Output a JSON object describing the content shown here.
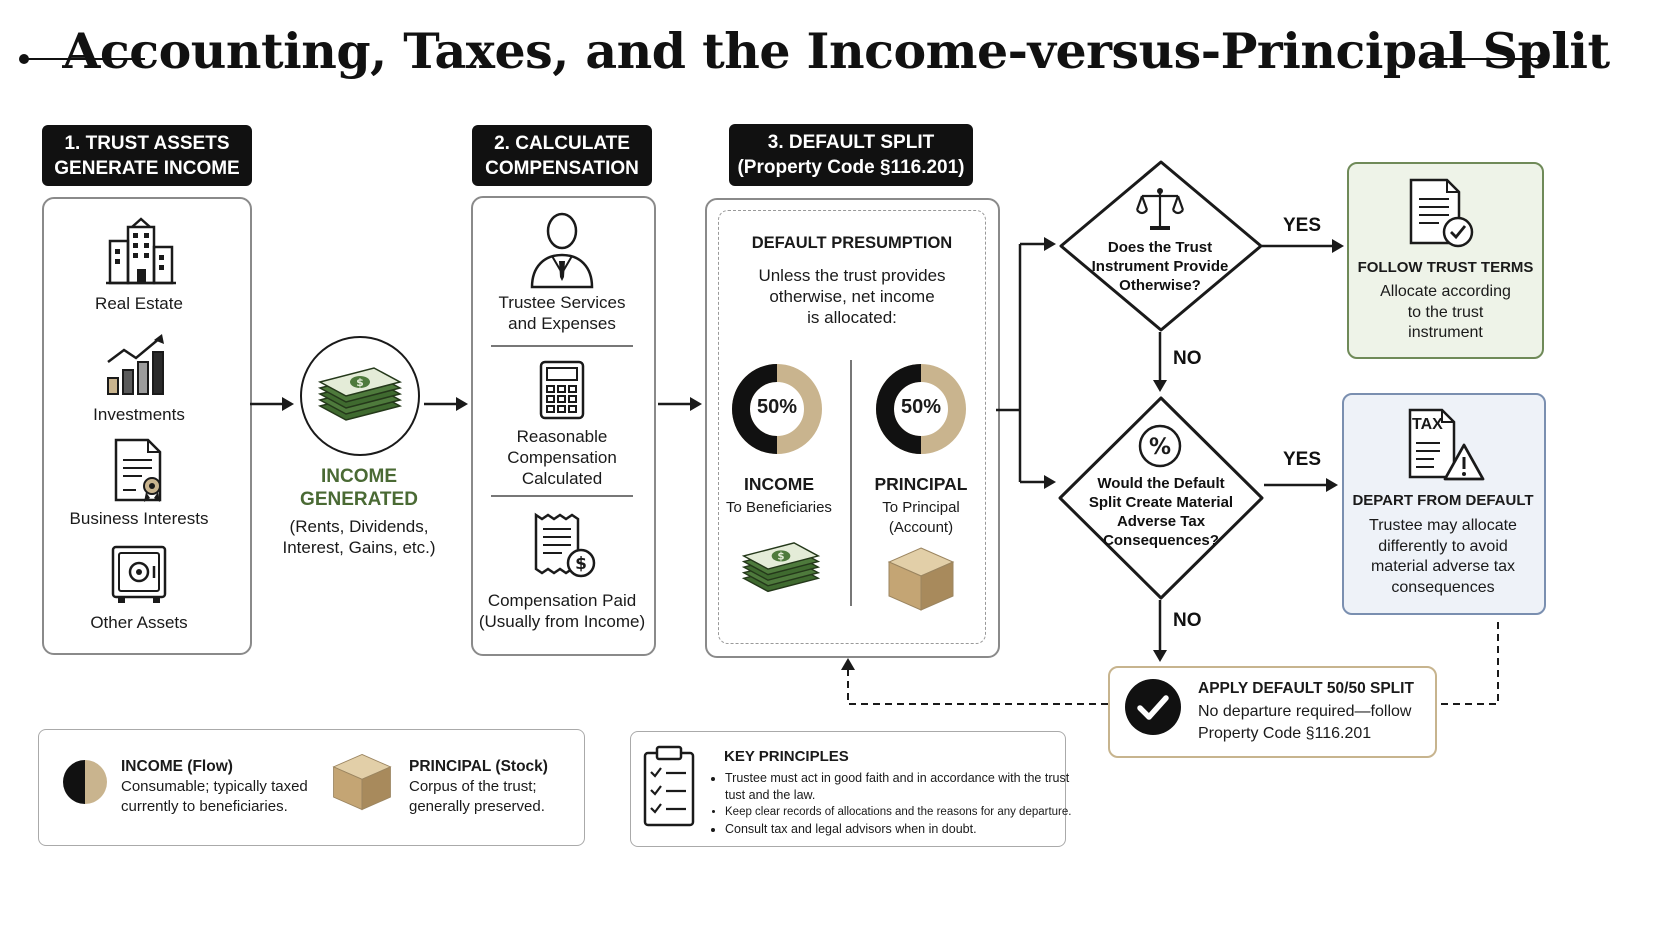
{
  "title": "Accounting, Taxes, and the Income-versus-Principal Split",
  "step1": {
    "header_line1": "1. TRUST ASSETS",
    "header_line2": "GENERATE INCOME",
    "items": [
      "Real Estate",
      "Investments",
      "Business Interests",
      "Other Assets"
    ]
  },
  "income_generated": {
    "title_line1": "INCOME",
    "title_line2": "GENERATED",
    "desc_line1": "(Rents, Dividends,",
    "desc_line2": "Interest, Gains, etc.)"
  },
  "step2": {
    "header_line1": "2. CALCULATE",
    "header_line2": "COMPENSATION",
    "item1_line1": "Trustee Services",
    "item1_line2": "and Expenses",
    "item2_line1": "Reasonable",
    "item2_line2": "Compensation",
    "item2_line3": "Calculated",
    "item3_line1": "Compensation Paid",
    "item3_line2": "(Usually from Income)"
  },
  "step3": {
    "header_line1": "3. DEFAULT SPLIT",
    "header_line2": "(Property Code §116.201)",
    "presumption_title": "DEFAULT PRESUMPTION",
    "presumption_line1": "Unless the trust provides",
    "presumption_line2": "otherwise, net income",
    "presumption_line3": "is allocated:",
    "income_pct": "50%",
    "income_label": "INCOME",
    "income_sub": "To Beneficiaries",
    "principal_pct": "50%",
    "principal_label": "PRINCIPAL",
    "principal_sub1": "To Principal",
    "principal_sub2": "(Account)"
  },
  "decision1": {
    "line1": "Does the Trust",
    "line2": "Instrument Provide",
    "line3": "Otherwise?",
    "yes": "YES",
    "no": "NO"
  },
  "decision2": {
    "line1": "Would the Default",
    "line2": "Split Create Material",
    "line3": "Adverse Tax",
    "line4": "Consequences?",
    "yes": "YES",
    "no": "NO"
  },
  "follow_terms": {
    "title": "FOLLOW TRUST TERMS",
    "line1": "Allocate according",
    "line2": "to the trust",
    "line3": "instrument"
  },
  "depart": {
    "icon_text": "TAX",
    "title": "DEPART FROM DEFAULT",
    "line1": "Trustee may allocate",
    "line2": "differently to avoid",
    "line3": "material adverse tax",
    "line4": "consequences"
  },
  "apply_default": {
    "title": "APPLY DEFAULT 50/50 SPLIT",
    "line1": "No departure required—follow",
    "line2": "Property Code §116.201"
  },
  "legend": {
    "income_title": "INCOME (Flow)",
    "income_line1": "Consumable; typically taxed",
    "income_line2": "currently to beneficiaries.",
    "principal_title": "PRINCIPAL (Stock)",
    "principal_line1": "Corpus of the trust;",
    "principal_line2": "generally preserved."
  },
  "key_principles": {
    "title": "KEY PRINCIPLES",
    "item1_line1": "Trustee must act in good faith and in accordance with the trust",
    "item1_line2": "tust and the law.",
    "item2": "Keep clear records of allocations and the reasons for any departure.",
    "item3": "Consult tax and legal advisors when in doubt."
  },
  "colors": {
    "dark": "#111111",
    "tan": "#c9b48e",
    "money_green": "#4e7a3c",
    "follow_bg": "#eef3e8",
    "follow_border": "#6f8a58",
    "depart_bg": "#eef2f8",
    "depart_border": "#7a8fb0",
    "apply_border": "#c7b48e"
  },
  "icons": [
    "building-icon",
    "chart-icon",
    "document-seal-icon",
    "safe-icon",
    "money-stack-icon",
    "person-icon",
    "calculator-icon",
    "receipt-dollar-icon",
    "scales-icon",
    "percent-icon",
    "document-check-icon",
    "tax-warning-icon",
    "checkmark-circle-icon",
    "box-icon",
    "clipboard-checklist-icon"
  ]
}
